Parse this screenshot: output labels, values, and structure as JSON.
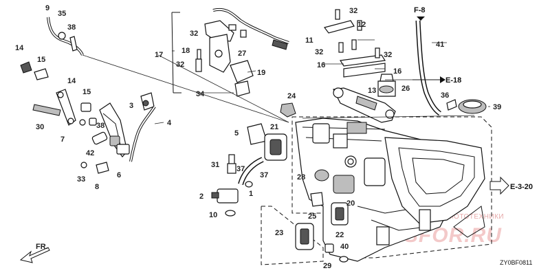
{
  "diagram": {
    "labels": [
      {
        "id": "l9",
        "text": "9"
      },
      {
        "id": "l35",
        "text": "35"
      },
      {
        "id": "l38a",
        "text": "38"
      },
      {
        "id": "l14a",
        "text": "14"
      },
      {
        "id": "l15a",
        "text": "15"
      },
      {
        "id": "l14b",
        "text": "14"
      },
      {
        "id": "l15b",
        "text": "15"
      },
      {
        "id": "l30",
        "text": "30"
      },
      {
        "id": "l7",
        "text": "7"
      },
      {
        "id": "l38b",
        "text": "38"
      },
      {
        "id": "l42",
        "text": "42"
      },
      {
        "id": "l33",
        "text": "33"
      },
      {
        "id": "l8",
        "text": "8"
      },
      {
        "id": "l6",
        "text": "6"
      },
      {
        "id": "l3",
        "text": "3"
      },
      {
        "id": "l4",
        "text": "4"
      },
      {
        "id": "l17",
        "text": "17"
      },
      {
        "id": "l32a",
        "text": "32"
      },
      {
        "id": "l18",
        "text": "18"
      },
      {
        "id": "l32b",
        "text": "32"
      },
      {
        "id": "l27",
        "text": "27"
      },
      {
        "id": "l19",
        "text": "19"
      },
      {
        "id": "l34",
        "text": "34"
      },
      {
        "id": "l32c",
        "text": "32"
      },
      {
        "id": "l12",
        "text": "12"
      },
      {
        "id": "l11",
        "text": "11"
      },
      {
        "id": "l32d",
        "text": "32"
      },
      {
        "id": "l32e",
        "text": "32"
      },
      {
        "id": "l16a",
        "text": "16"
      },
      {
        "id": "l16b",
        "text": "16"
      },
      {
        "id": "l13",
        "text": "13"
      },
      {
        "id": "l26",
        "text": "26"
      },
      {
        "id": "l41",
        "text": "41"
      },
      {
        "id": "l36",
        "text": "36"
      },
      {
        "id": "l39",
        "text": "39"
      },
      {
        "id": "l24",
        "text": "24"
      },
      {
        "id": "l5",
        "text": "5"
      },
      {
        "id": "l21",
        "text": "21"
      },
      {
        "id": "l31",
        "text": "31"
      },
      {
        "id": "l37a",
        "text": "37"
      },
      {
        "id": "l37b",
        "text": "37"
      },
      {
        "id": "l28",
        "text": "28"
      },
      {
        "id": "l2",
        "text": "2"
      },
      {
        "id": "l1",
        "text": "1"
      },
      {
        "id": "l10",
        "text": "10"
      },
      {
        "id": "l20",
        "text": "20"
      },
      {
        "id": "l25",
        "text": "25"
      },
      {
        "id": "l23",
        "text": "23"
      },
      {
        "id": "l22",
        "text": "22"
      },
      {
        "id": "l40",
        "text": "40"
      },
      {
        "id": "l29",
        "text": "29"
      }
    ],
    "refs": {
      "f8": "F-8",
      "e18": "E-18",
      "e320": "E-3-20",
      "front": "FR."
    },
    "code": "ZY0BF0811",
    "watermark": {
      "tagline": "ЗАПЧАСТИ И АКСЕССУАРЫ ДЛЯ МОТОТЕХНИКИ",
      "site": "PARTSFOR.RU"
    }
  }
}
